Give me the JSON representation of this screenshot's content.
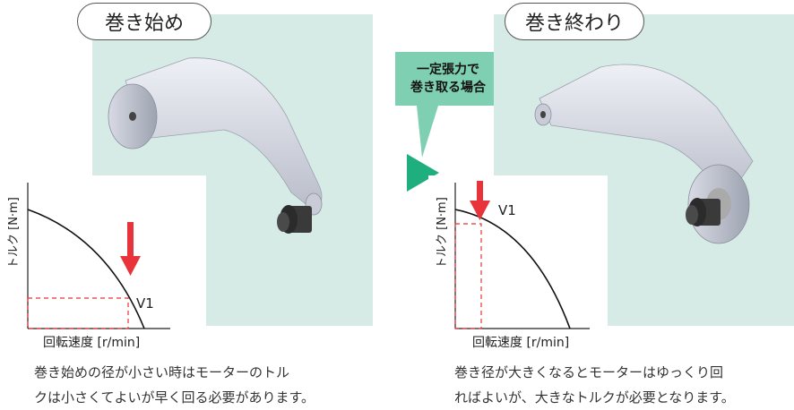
{
  "left": {
    "title": "巻き始め",
    "axis_y": "トルク [N·m]",
    "axis_x": "回転速度 [r/min]",
    "point_label": "V1",
    "caption_line1": "巻き始めの径が小さい時はモーターのトル",
    "caption_line2": "クは小さくてよいが早く回る必要があります。"
  },
  "callout": {
    "line1": "一定張力で",
    "line2": "巻き取る場合"
  },
  "right": {
    "title": "巻き終わり",
    "axis_y": "トルク [N·m]",
    "axis_x": "回転速度 [r/min]",
    "point_label": "V1",
    "caption_line1": "巻き径が大きくなるとモーターはゆっくり回",
    "caption_line2": "ればよいが、大きなトルクが必要となります。"
  },
  "colors": {
    "panel_bg": "#d6ebe6",
    "accent_green": "#1fae7e",
    "arrow_red": "#e8333a",
    "callout_bg": "#7fcfb3"
  }
}
